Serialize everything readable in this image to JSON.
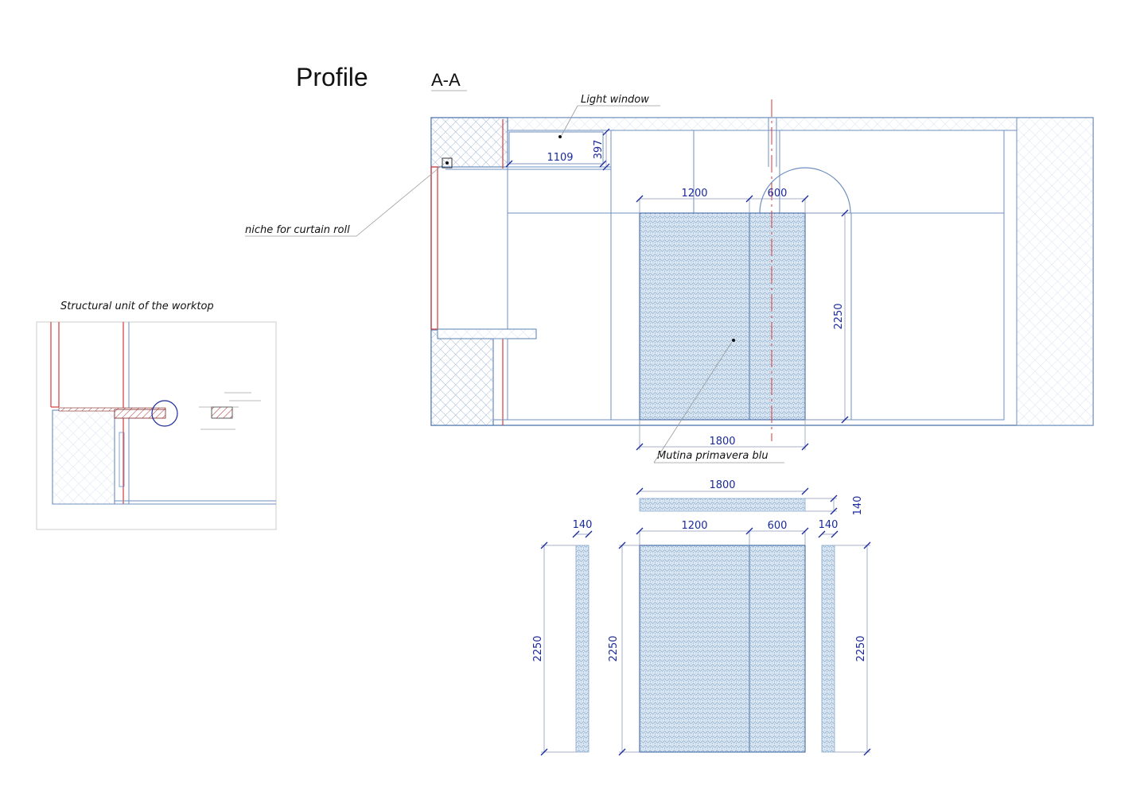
{
  "titles": {
    "profile": "Profile",
    "section": "A-A",
    "worktop_unit": "Structural unit of the worktop"
  },
  "labels": {
    "light_window": "Light window",
    "curtain_niche": "niche for curtain roll",
    "material": "Mutina primavera blu"
  },
  "dimensions": {
    "window_width": "1109",
    "window_height": "397",
    "panel_left_width": "1200",
    "panel_right_width": "600",
    "panel_height": "2250",
    "panel_total_width": "1800",
    "top_strip_width": "1800",
    "top_strip_depth": "140",
    "side_left_width": "140",
    "side_left_height": "2250",
    "center_left_width": "1200",
    "center_right_width": "600",
    "center_height": "2250",
    "side_right_width": "140",
    "side_right_height": "2250"
  },
  "colors": {
    "wall_line": "#5b80b4",
    "tile_fill": "#cfe0ee",
    "dimension_text": "#1a2a9a",
    "section_line": "#d43a3a"
  }
}
